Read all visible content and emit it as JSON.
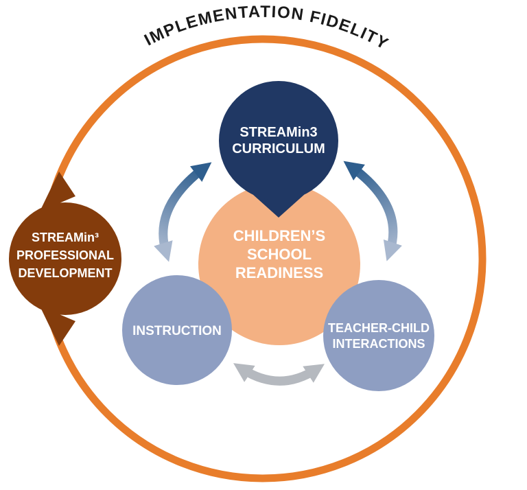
{
  "title": "IMPLEMENTATION FIDELITY",
  "colors": {
    "ring": "#E87D2B",
    "curriculum": "#203864",
    "readiness": "#F4B183",
    "instruction": "#8E9EC2",
    "interactions": "#8E9EC2",
    "professional_development": "#843C0C",
    "arrow_dark": "#2E5E8E",
    "arrow_light": "#A9B8CF",
    "arrow_gray": "#B5B9BF",
    "title_text": "#1A1A1A",
    "node_text": "#FFFFFF"
  },
  "nodes": {
    "curriculum": {
      "line1": "STREAMin3",
      "line2": "CURRICULUM"
    },
    "readiness": {
      "line1": "CHILDREN’S",
      "line2": "SCHOOL",
      "line3": "READINESS"
    },
    "instruction": {
      "line1": "INSTRUCTION"
    },
    "interactions": {
      "line1": "TEACHER-CHILD",
      "line2": "INTERACTIONS"
    },
    "professional_development": {
      "line1": "STREAMin³",
      "line2": "PROFESSIONAL",
      "line3": "DEVELOPMENT"
    }
  }
}
